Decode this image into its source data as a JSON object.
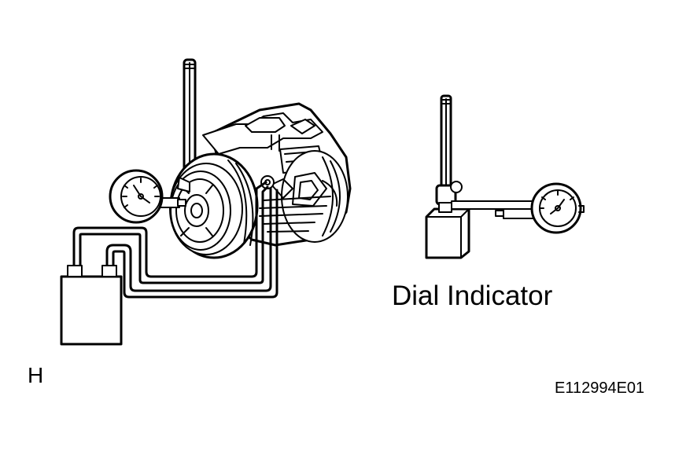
{
  "labels": {
    "dial_indicator": "Dial Indicator",
    "view_letter": "H",
    "figure_code": "E112994E01"
  }
}
